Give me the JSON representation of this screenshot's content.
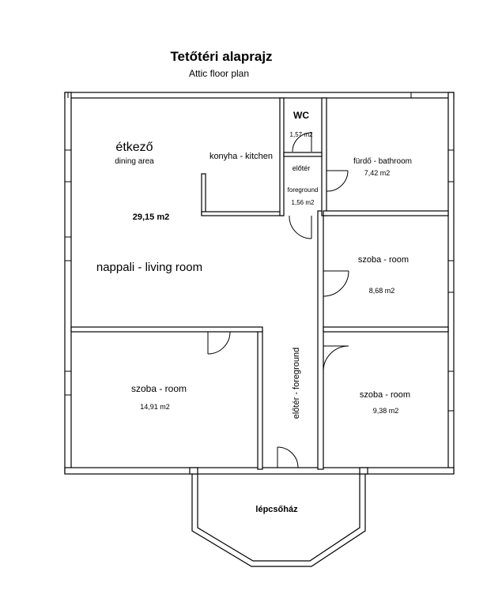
{
  "title": "Tetőtéri alaprajz",
  "subtitle": "Attic floor plan",
  "rooms": {
    "dining": "étkező",
    "dining_en": "dining area",
    "kitchen": "konyha - kitchen",
    "living_area": "29,15 m2",
    "living": "nappali - living room",
    "wc": "WC",
    "wc_area": "1,57 m2",
    "hall_small": "előtér",
    "hall_small_en": "foreground",
    "hall_small_area": "1,56 m2",
    "bathroom": "fürdő - bathroom",
    "bathroom_area": "7,42 m2",
    "room_right_mid": "szoba - room",
    "room_right_mid_area": "8,68 m2",
    "room_left_bottom": "szoba - room",
    "room_left_bottom_area": "14,91 m2",
    "corridor": "előtér - foreground",
    "room_right_bottom": "szoba - room",
    "room_right_bottom_area": "9,38 m2",
    "stairwell": "lépcsőház"
  }
}
